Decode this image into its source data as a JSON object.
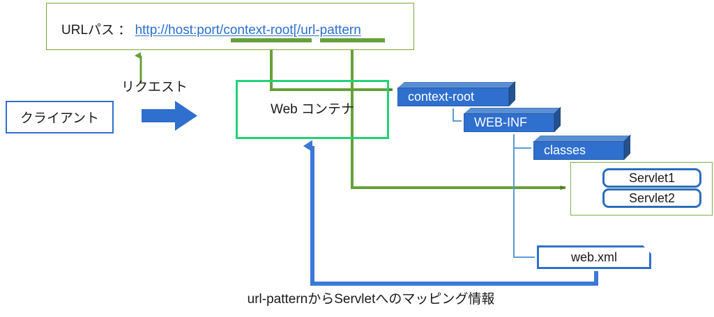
{
  "diagram": {
    "title": "Servlet URL mapping diagram",
    "colors": {
      "green_bright": "#1fd375",
      "green_olive": "#66a03a",
      "blue_accent": "#2e6fd0",
      "folder_face": "#2f6fce",
      "folder_top": "#5b8fd4",
      "folder_side": "#25528f",
      "link_blue": "#2a6ed0"
    }
  },
  "url_box": {
    "label": "URLパス ：",
    "url": "http://host:port/context-root[/url-pattern",
    "segment_markers": [
      {
        "name": "context-root",
        "label": "context-root"
      },
      {
        "name": "url-pattern",
        "label": "/url-pattern"
      }
    ]
  },
  "client": {
    "label": "クライアント"
  },
  "request": {
    "label": "リクエスト"
  },
  "web_container": {
    "label": "Web コンテナ"
  },
  "tree": {
    "context_root": {
      "label": "context-root"
    },
    "web_inf": {
      "label": "WEB-INF"
    },
    "classes": {
      "label": "classes"
    },
    "servlets": [
      {
        "label": "Servlet1"
      },
      {
        "label": "Servlet2"
      }
    ],
    "web_xml": {
      "label": "web.xml"
    }
  },
  "caption": {
    "text": "url-patternからServletへのマッピング情報"
  }
}
